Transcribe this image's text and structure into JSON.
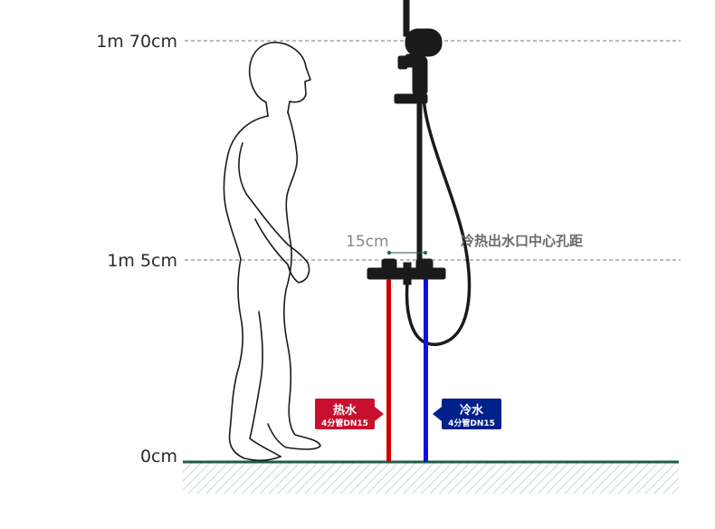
{
  "heights": {
    "top": "1m 70cm",
    "mid": "1m 5cm",
    "floor": "0cm"
  },
  "spacing": {
    "value": "15cm",
    "note": "冷热出水口中心孔距"
  },
  "hot_pipe": {
    "label": "热水",
    "spec": "4分管DN15",
    "color": "#d00000"
  },
  "cold_pipe": {
    "label": "冷水",
    "spec": "4分管DN15",
    "color": "#1010e0"
  },
  "colors": {
    "hot_tag": "#c8102e",
    "cold_tag": "#00208a",
    "floor_line": "#1f5e4a",
    "floor_hatch": "#b9cfc6",
    "fixture": "#1a1a1a",
    "guide_line": "#777777"
  }
}
